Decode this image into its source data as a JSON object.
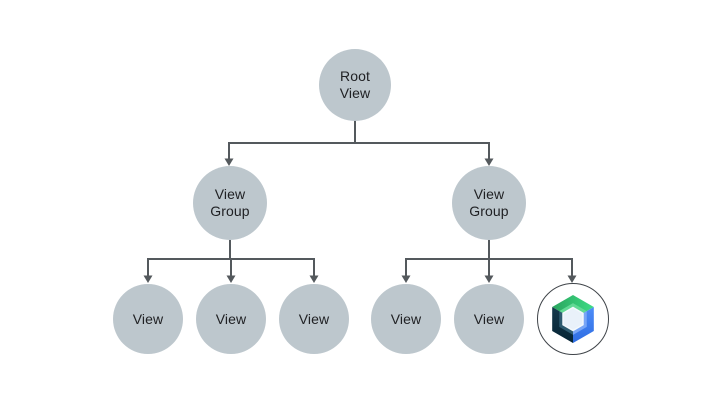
{
  "diagram": {
    "description": "View hierarchy tree",
    "colors": {
      "background": "#ffffff",
      "node_fill": "#bdc7cd",
      "connector": "#54595d",
      "text": "#202124",
      "compose_ring": "#3f4449",
      "compose_fill": "#ffffff"
    },
    "logo_colors": {
      "green_dark": "#2aa45e",
      "green_light": "#3ddc84",
      "blue_light": "#4e8df8",
      "blue_dark": "#2e6de3",
      "navy_light": "#15394c",
      "navy_dark": "#062434",
      "bevel_green": "#62d995",
      "bevel_blue": "#78a6f7",
      "bevel_navy": "#2d5a70",
      "inner_fill": "#e9f1fa",
      "inner_stroke": "#f4f9fd"
    },
    "nodes": {
      "root": {
        "label": "Root\nView"
      },
      "group_left": {
        "label": "View\nGroup"
      },
      "group_right": {
        "label": "View\nGroup"
      },
      "leaf_left_1": {
        "label": "View"
      },
      "leaf_left_2": {
        "label": "View"
      },
      "leaf_left_3": {
        "label": "View"
      },
      "leaf_right_1": {
        "label": "View"
      },
      "leaf_right_2": {
        "label": "View"
      },
      "compose": {
        "icon": "jetpack-compose-logo"
      }
    }
  }
}
